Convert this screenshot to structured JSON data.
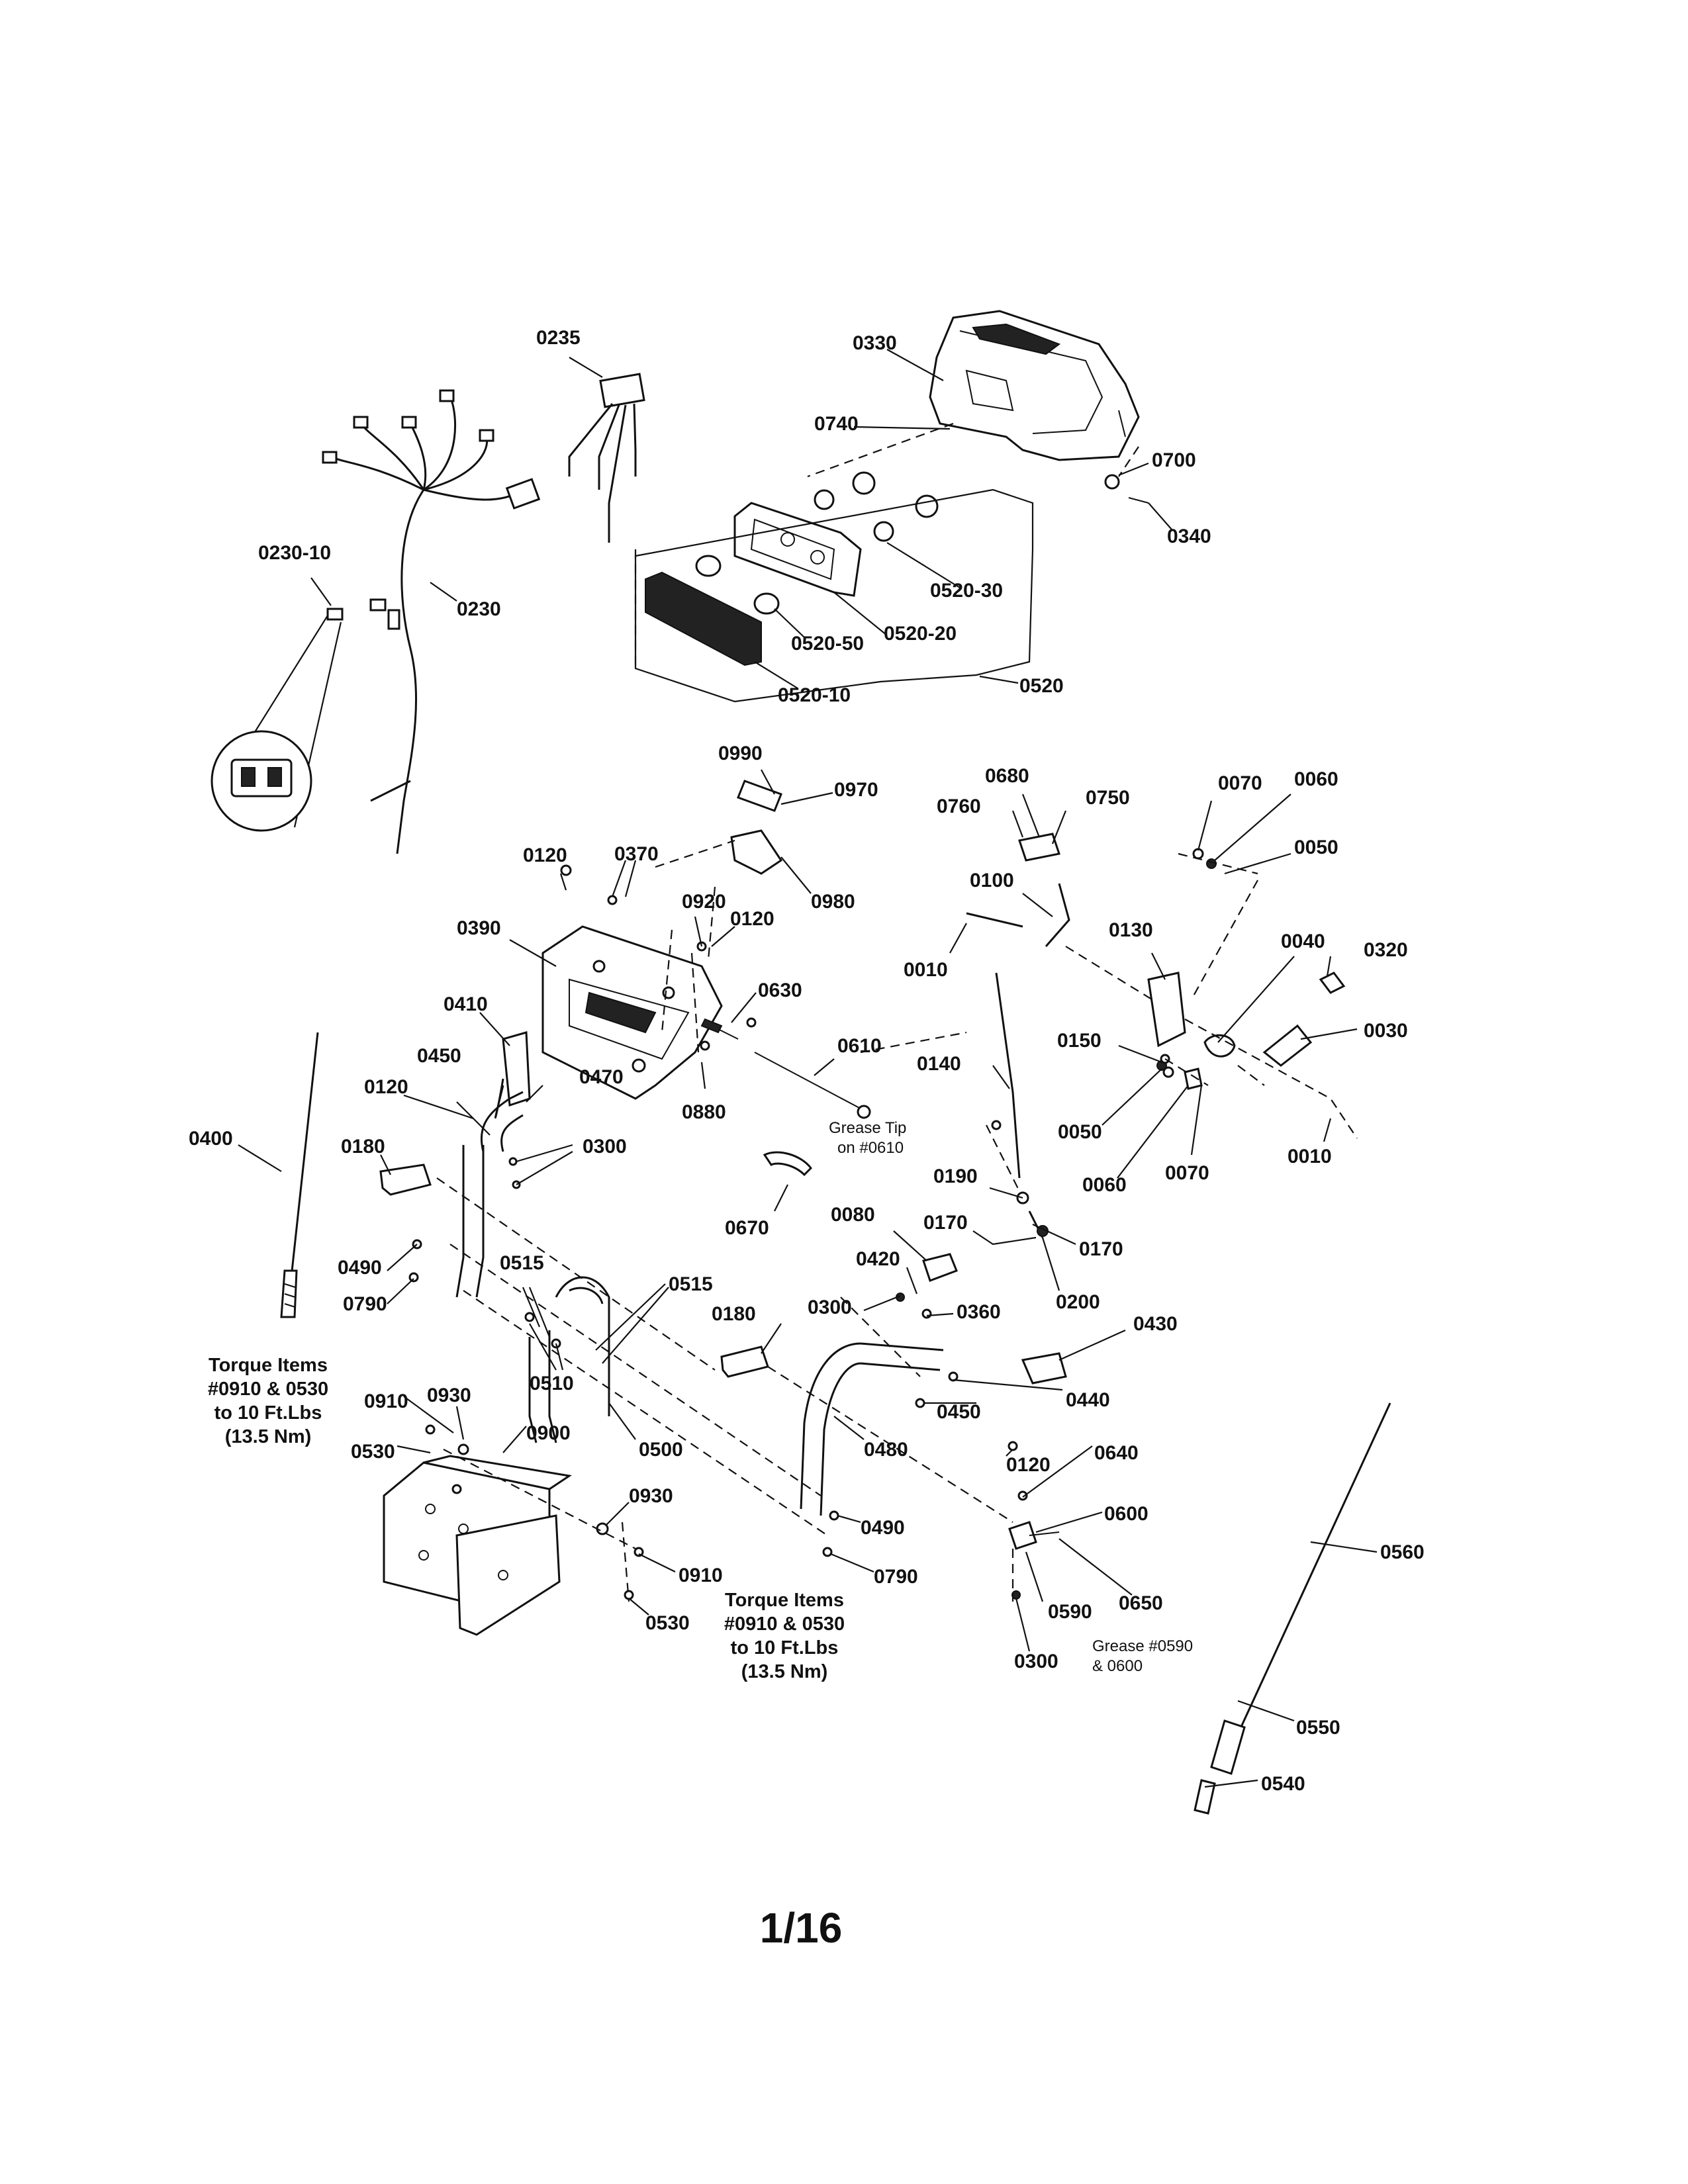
{
  "parts": {
    "p0235": "0235",
    "p0330": "0330",
    "p0740": "0740",
    "p0700": "0700",
    "p0340": "0340",
    "p0230_10": "0230-10",
    "p0230": "0230",
    "p0520_30": "0520-30",
    "p0520_50": "0520-50",
    "p0520_20": "0520-20",
    "p0520_10": "0520-10",
    "p0520": "0520",
    "p0990": "0990",
    "p0970": "0970",
    "p0120_a": "0120",
    "p0370": "0370",
    "p0980": "0980",
    "p0920": "0920",
    "p0120_b": "0120",
    "p0390": "0390",
    "p0630": "0630",
    "p0410": "0410",
    "p0610": "0610",
    "p0450_a": "0450",
    "p0470": "0470",
    "p0880": "0880",
    "p0120_c": "0120",
    "p0300_a": "0300",
    "p0400": "0400",
    "p0180_a": "0180",
    "p0670": "0670",
    "p0680": "0680",
    "p0760": "0760",
    "p0750": "0750",
    "p0070_a": "0070",
    "p0060_a": "0060",
    "p0050_a": "0050",
    "p0100": "0100",
    "p0010_a": "0010",
    "p0130": "0130",
    "p0040": "0040",
    "p0320": "0320",
    "p0030": "0030",
    "p0140": "0140",
    "p0150": "0150",
    "p0050_b": "0050",
    "p0060_b": "0060",
    "p0070_b": "0070",
    "p0010_b": "0010",
    "p0190": "0190",
    "p0170_a": "0170",
    "p0170_b": "0170",
    "p0200": "0200",
    "p0080": "0080",
    "p0420": "0420",
    "p0300_b": "0300",
    "p0360": "0360",
    "p0490_a": "0490",
    "p0790_a": "0790",
    "p0515_a": "0515",
    "p0515_b": "0515",
    "p0180_b": "0180",
    "p0430": "0430",
    "p0510": "0510",
    "p0440": "0440",
    "p0450_b": "0450",
    "p0910_a": "0910",
    "p0930_a": "0930",
    "p0900": "0900",
    "p0530_a": "0530",
    "p0500": "0500",
    "p0480": "0480",
    "p0120_d": "0120",
    "p0640": "0640",
    "p0600": "0600",
    "p0560": "0560",
    "p0930_b": "0930",
    "p0490_b": "0490",
    "p0910_b": "0910",
    "p0790_b": "0790",
    "p0650": "0650",
    "p0590": "0590",
    "p0530_b": "0530",
    "p0300_c": "0300",
    "p0550": "0550",
    "p0540": "0540"
  },
  "notes": {
    "grease_tip_line1": "Grease Tip",
    "grease_tip_line2": "on #0610",
    "torque_left_line1": "Torque Items",
    "torque_left_line2": "#0910 & 0530",
    "torque_left_line3": "to 10 Ft.Lbs",
    "torque_left_line4": "(13.5 Nm)",
    "torque_bottom_line1": "Torque Items",
    "torque_bottom_line2": "#0910 & 0530",
    "torque_bottom_line3": "to 10 Ft.Lbs",
    "torque_bottom_line4": "(13.5 Nm)",
    "grease_bottom_line1": "Grease #0590",
    "grease_bottom_line2": "& 0600"
  },
  "page": {
    "number": "1/16"
  }
}
